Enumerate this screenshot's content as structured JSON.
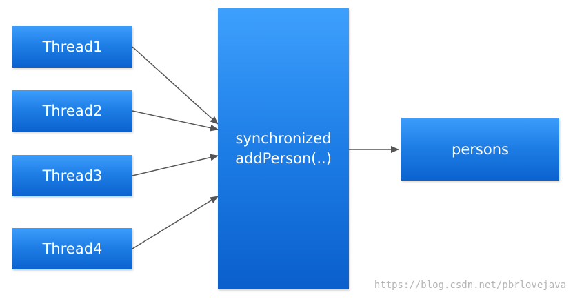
{
  "threads": [
    {
      "label": "Thread1"
    },
    {
      "label": "Thread2"
    },
    {
      "label": "Thread3"
    },
    {
      "label": "Thread4"
    }
  ],
  "method": {
    "line1": "synchronized",
    "line2": "addPerson(..)"
  },
  "target": {
    "label": "persons"
  },
  "watermark": "https://blog.csdn.net/pbrlovejava",
  "colors": {
    "box_top": "#3d9dfc",
    "box_bottom": "#0b62cf",
    "arrow": "#555555",
    "watermark": "#b5b5b5"
  }
}
